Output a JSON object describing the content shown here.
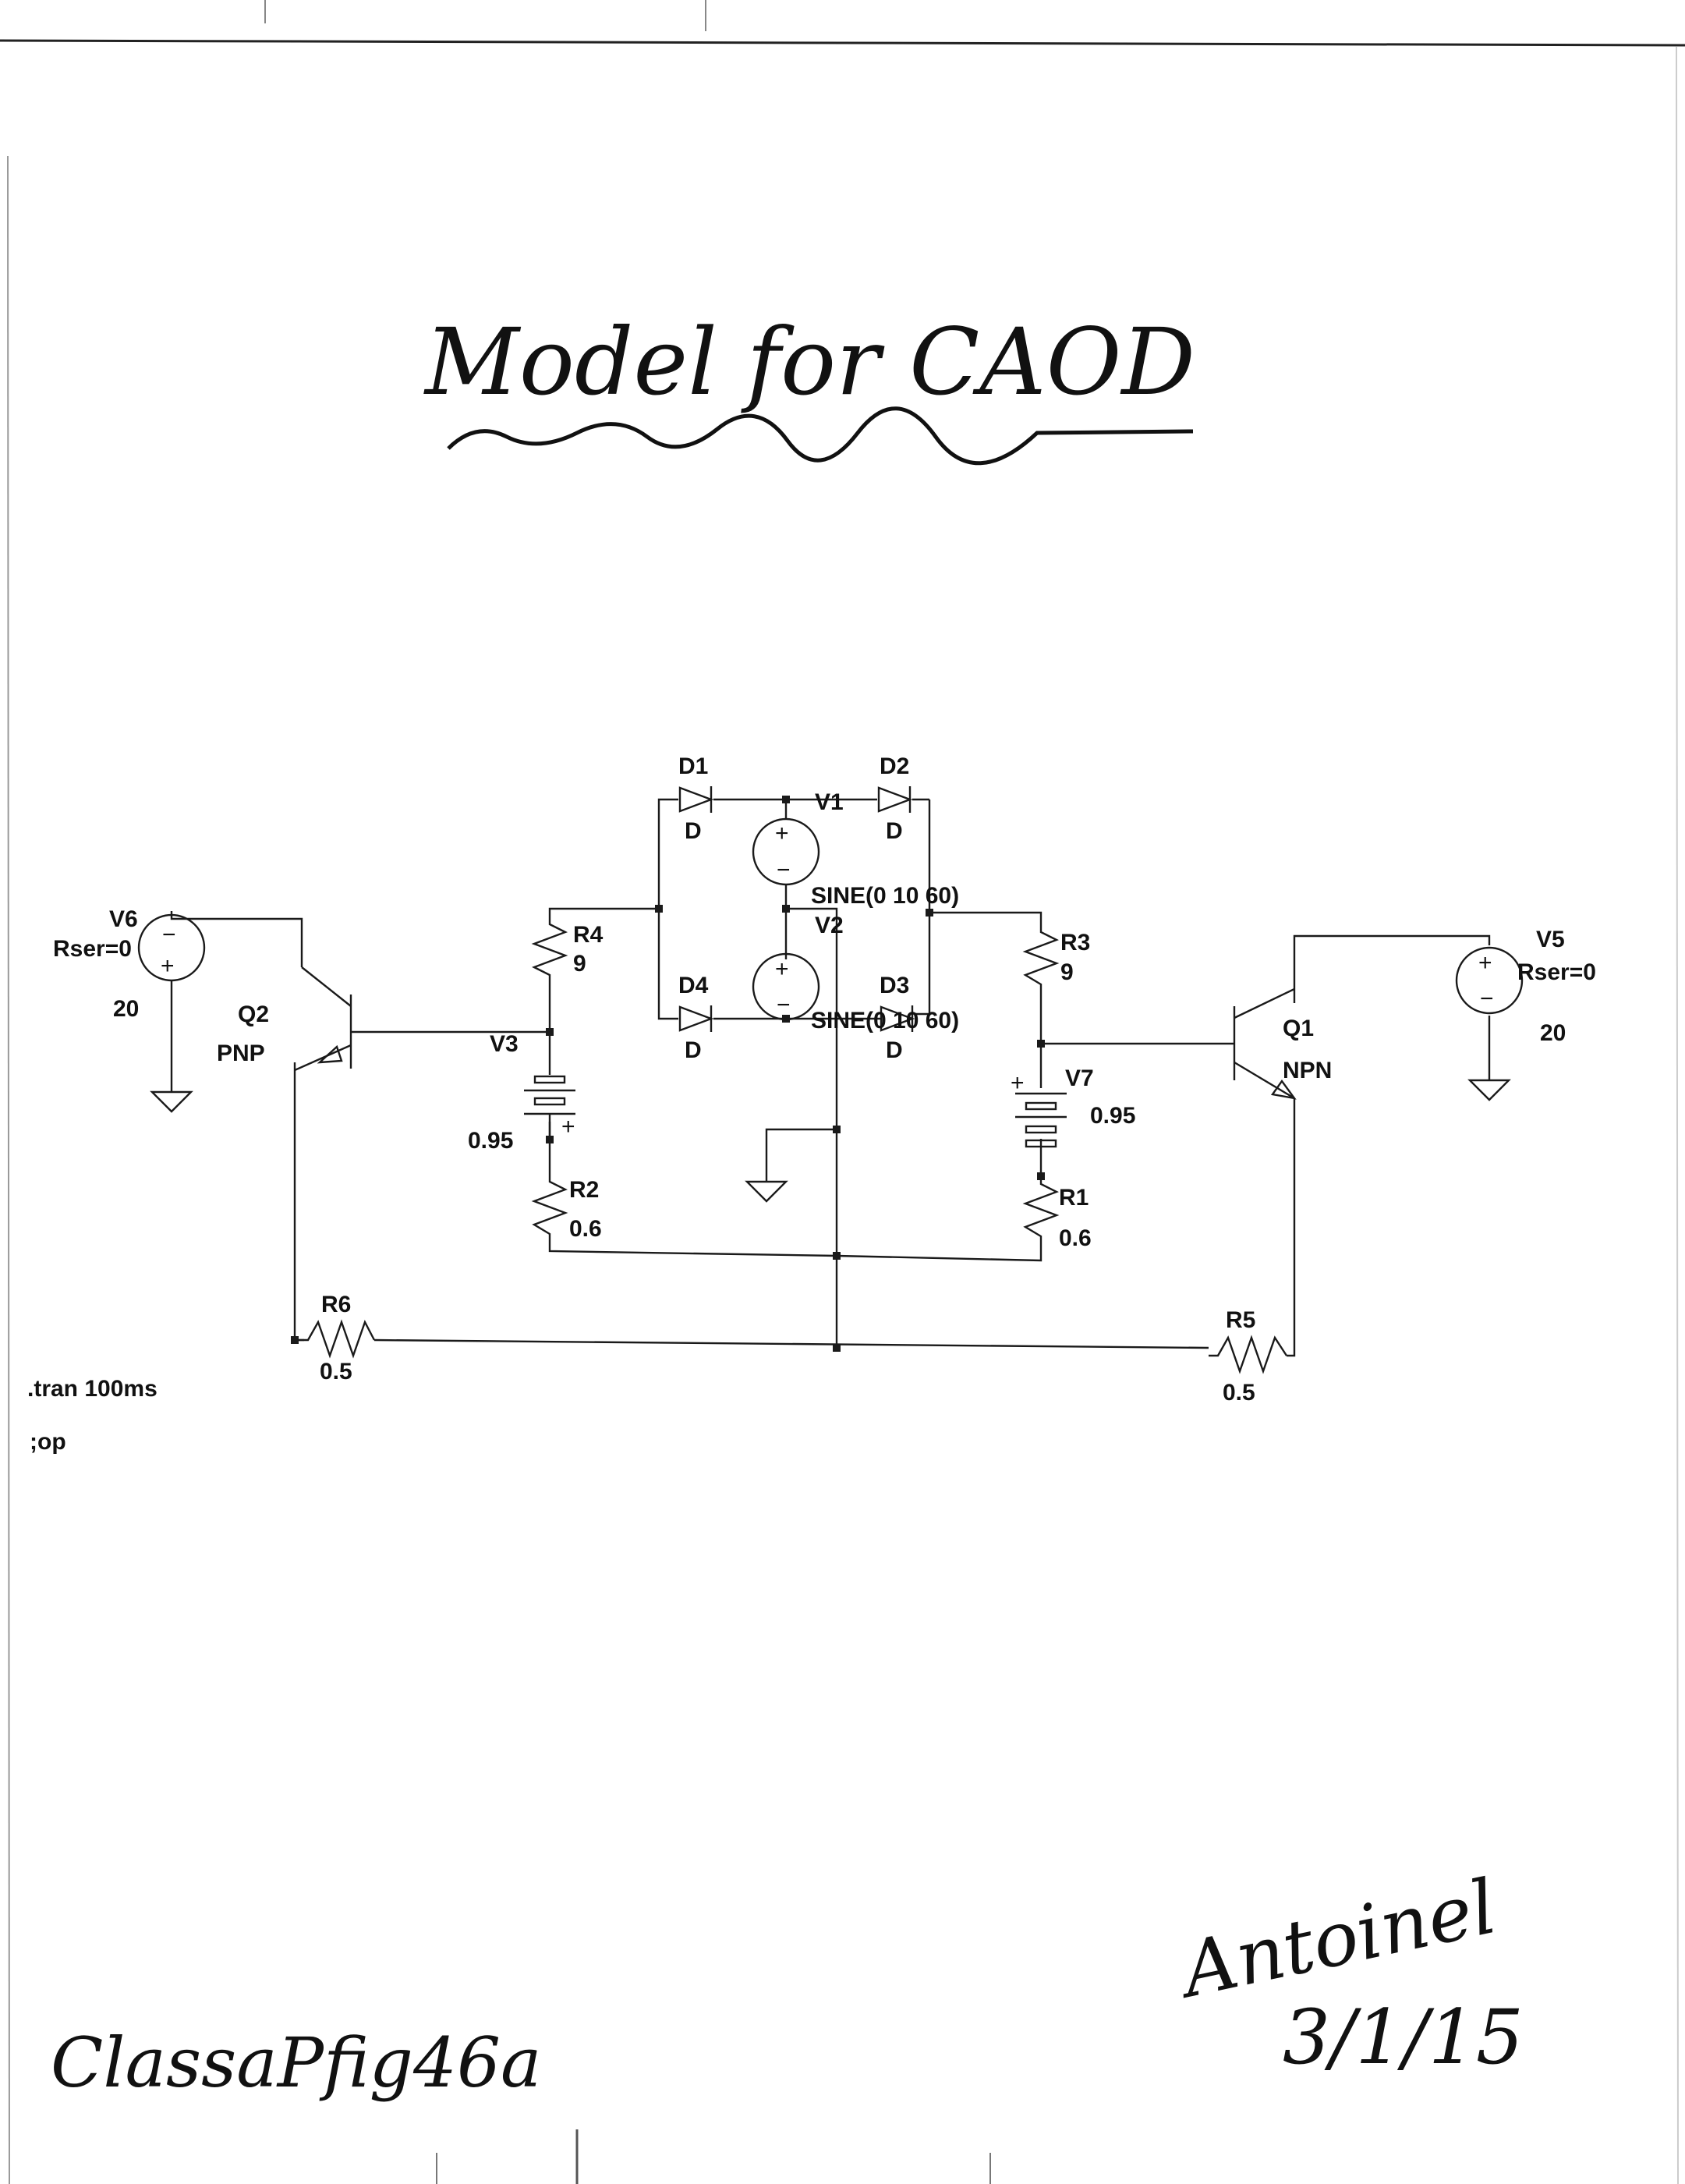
{
  "title": "Model for CAOD",
  "note_left": "ClassaPfig46a",
  "signature": "Antoinel",
  "date": "3/1/15",
  "directives": [
    ".tran 100ms",
    ";op"
  ],
  "components": {
    "D1": {
      "name": "D1",
      "value": "D"
    },
    "D2": {
      "name": "D2",
      "value": "D"
    },
    "D3": {
      "name": "D3",
      "value": "D"
    },
    "D4": {
      "name": "D4",
      "value": "D"
    },
    "V1": {
      "name": "V1",
      "value": "SINE(0 10 60)"
    },
    "V2": {
      "name": "V2",
      "value": "SINE(0 10 60)"
    },
    "V3": {
      "name": "V3",
      "value": "0.95"
    },
    "V7": {
      "name": "V7",
      "value": "0.95"
    },
    "V5": {
      "name": "V5",
      "param": "Rser=0",
      "value": "20"
    },
    "V6": {
      "name": "V6",
      "param": "Rser=0",
      "value": "20"
    },
    "R1": {
      "name": "R1",
      "value": "0.6"
    },
    "R2": {
      "name": "R2",
      "value": "0.6"
    },
    "R3": {
      "name": "R3",
      "value": "9"
    },
    "R4": {
      "name": "R4",
      "value": "9"
    },
    "R5": {
      "name": "R5",
      "value": "0.5"
    },
    "R6": {
      "name": "R6",
      "value": "0.5"
    },
    "Q1": {
      "name": "Q1",
      "value": "NPN"
    },
    "Q2": {
      "name": "Q2",
      "value": "PNP"
    }
  },
  "symbols": {
    "plus": "+",
    "minus": "−"
  }
}
